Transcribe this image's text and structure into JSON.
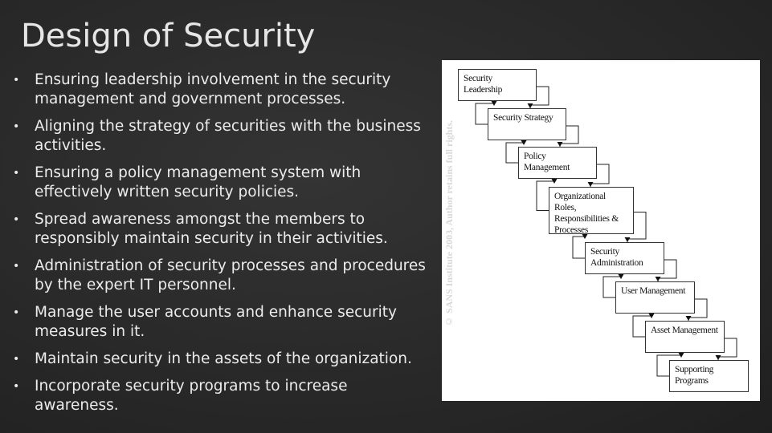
{
  "slide": {
    "title": "Design of Security",
    "bullets": [
      "Ensuring leadership involvement in the security management and government processes.",
      "Aligning the strategy of securities with the business activities.",
      "Ensuring a policy management system with effectively written security policies.",
      "Spread awareness amongst the members to responsibly maintain security in their activities.",
      "Administration of security processes and procedures by the expert IT personnel.",
      "Manage the user accounts and enhance security measures in it.",
      "Maintain security in the assets of the organization.",
      "Incorporate security programs to increase awareness."
    ]
  },
  "diagram": {
    "steps": [
      "Security Leadership",
      "Security Strategy",
      "Policy Management",
      "Organizational Roles, Responsibilities & Processes",
      "Security Administration",
      "User Management",
      "Asset Management",
      "Supporting Programs"
    ],
    "watermark": "© SANS Institute 2003, Author retains full rights."
  }
}
